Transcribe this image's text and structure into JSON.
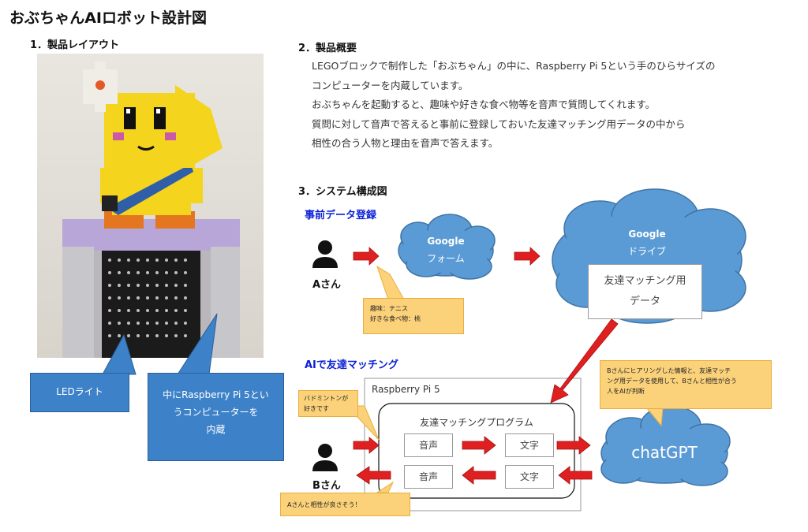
{
  "title": "おぶちゃんAIロボット設計図",
  "section1": "1．製品レイアウト",
  "section2": "2．製品概要",
  "overview": [
    "LEGOブロックで制作した「おぶちゃん」の中に、Raspberry Pi 5という手のひらサイズの",
    "コンピューターを内蔵しています。",
    "おぶちゃんを起動すると、趣味や好きな食べ物等を音声で質問してくれます。",
    "質問に対して音声で答えると事前に登録しておいた友達マッチング用データの中から",
    "相性の合う人物と理由を音声で答えます。"
  ],
  "section3": "3．システム構成図",
  "callouts": {
    "led": "LEDライト",
    "pi_line1": "中にRaspberry Pi 5とい",
    "pi_line2": "うコンピューターを",
    "pi_line3": "内蔵"
  },
  "registration": {
    "heading": "事前データ登録",
    "person_a": "Aさん",
    "form_line1": "Google",
    "form_line2": "フォーム",
    "drive_line1": "Google",
    "drive_line2": "ドライブ",
    "data_line1": "友達マッチング用",
    "data_line2": "データ",
    "note_line1": "趣味：テニス",
    "note_line2": "好きな食べ物：桃"
  },
  "matching": {
    "heading": "AIで友達マッチング",
    "rpi": "Raspberry Pi 5",
    "program": "友達マッチングプログラム",
    "voice_in": "音声",
    "text_in": "文字",
    "voice_out": "音声",
    "text_out": "文字",
    "chatgpt": "chatGPT",
    "person_b": "Bさん",
    "b_note_line1": "バドミントンが",
    "b_note_line2": "好きです",
    "ai_note_line1": "Bさんにヒアリングした情報と、友達マッチ",
    "ai_note_line2": "ング用データを使用して、Bさんと相性が合う",
    "ai_note_line3": "人をAIが判断",
    "reply_note": "Aさんと相性が良さそう！"
  },
  "colors": {
    "arrow_red": "#e02020",
    "cloud_blue": "#5b9bd5",
    "callout_blue": "#3d82c8",
    "note_orange": "#fbd27a",
    "heading_blue": "#0a1fd6"
  }
}
